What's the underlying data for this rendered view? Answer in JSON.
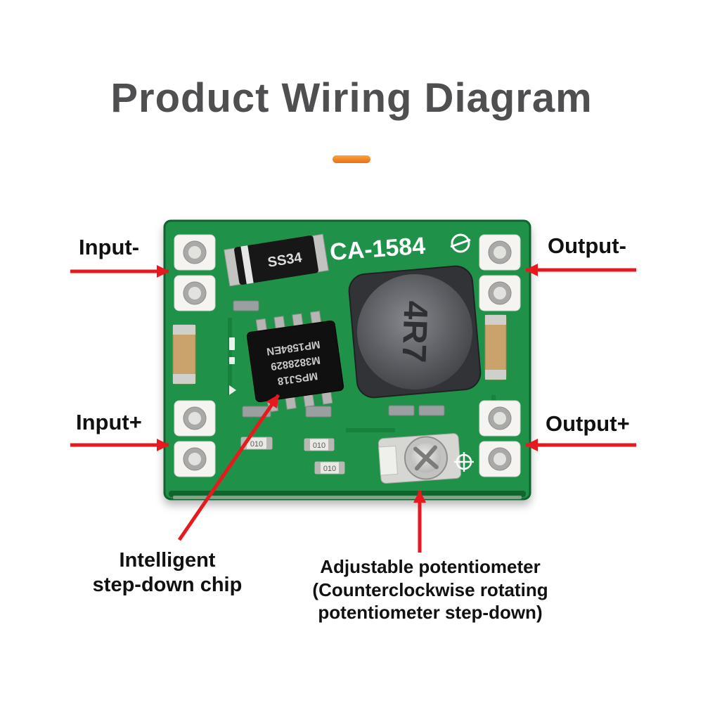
{
  "header": {
    "title": "Product Wiring Diagram"
  },
  "annotations": {
    "input_minus": "Input-",
    "output_minus": "Output-",
    "input_plus": "Input+",
    "output_plus": "Output+",
    "chip_label": {
      "line1": "Intelligent",
      "line2": "step-down chip"
    },
    "pot_label": {
      "line1": "Adjustable potentiometer",
      "line2": "(Counterclockwise rotating",
      "line3": "potentiometer step-down)"
    }
  },
  "pcb": {
    "model": "CA-1584",
    "diode_label": "SS34",
    "inductor_label": "4R7",
    "chip_lines": {
      "line1": "MP1584EN",
      "line2": "M3828829",
      "line3": "MPSJ18"
    },
    "resistor_label": "010"
  },
  "colors": {
    "title_text": "#4f4f51",
    "accent_orange": "#ee7c1f",
    "arrow_red": "#e7191f",
    "board_green": "#1f9148",
    "label_text": "#111111"
  }
}
